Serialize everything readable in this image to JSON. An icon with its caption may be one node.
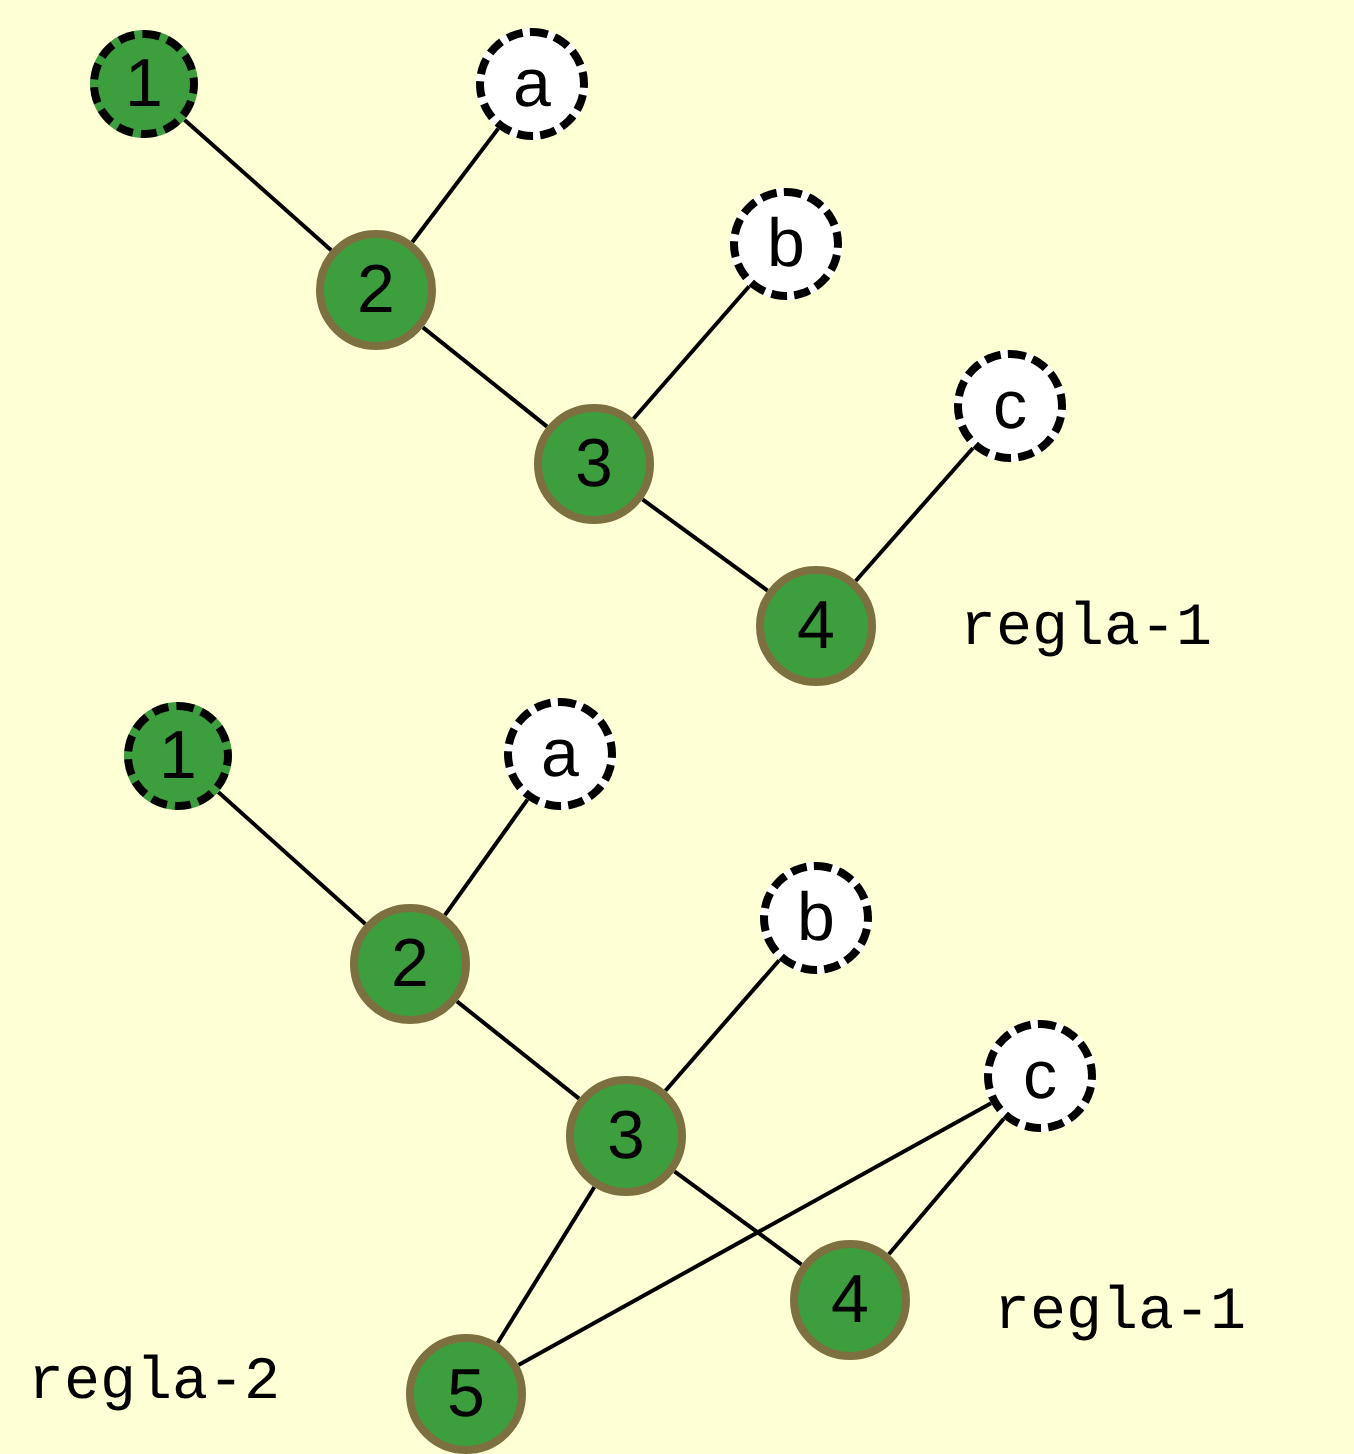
{
  "diagram": {
    "nodes": [
      {
        "text": [
          "1"
        ]
      },
      {
        "text": [
          "a"
        ]
      },
      {
        "text": [
          "2"
        ]
      },
      {
        "text": [
          "b"
        ]
      },
      {
        "text": [
          "3"
        ]
      },
      {
        "text": [
          "c"
        ]
      },
      {
        "text": [
          "4"
        ]
      },
      {
        "text": [
          "1"
        ]
      },
      {
        "text": [
          "a"
        ]
      },
      {
        "text": [
          "2"
        ]
      },
      {
        "text": [
          "b"
        ]
      },
      {
        "text": [
          "3"
        ]
      },
      {
        "text": [
          "c"
        ]
      },
      {
        "text": [
          "4"
        ]
      },
      {
        "text": [
          "5"
        ]
      }
    ],
    "edges": [
      {
        "from": 0,
        "to": 2,
        "arrow": "none"
      },
      {
        "from": 2,
        "to": 1,
        "arrow": "none"
      },
      {
        "from": 2,
        "to": 4,
        "arrow": "none"
      },
      {
        "from": 4,
        "to": 3,
        "arrow": "none"
      },
      {
        "from": 4,
        "to": 6,
        "arrow": "none"
      },
      {
        "from": 6,
        "to": 5,
        "arrow": "none"
      },
      {
        "from": 7,
        "to": 9,
        "arrow": "none"
      },
      {
        "from": 9,
        "to": 8,
        "arrow": "none"
      },
      {
        "from": 9,
        "to": 11,
        "arrow": "none"
      },
      {
        "from": 11,
        "to": 10,
        "arrow": "none"
      },
      {
        "from": 11,
        "to": 13,
        "arrow": "none"
      },
      {
        "from": 13,
        "to": 12,
        "arrow": "none"
      },
      {
        "from": 11,
        "to": 14,
        "arrow": "none"
      },
      {
        "from": 14,
        "to": 12,
        "arrow": "none"
      }
    ],
    "labels": [
      "regla-1",
      "regla-1",
      "regla-2"
    ]
  }
}
